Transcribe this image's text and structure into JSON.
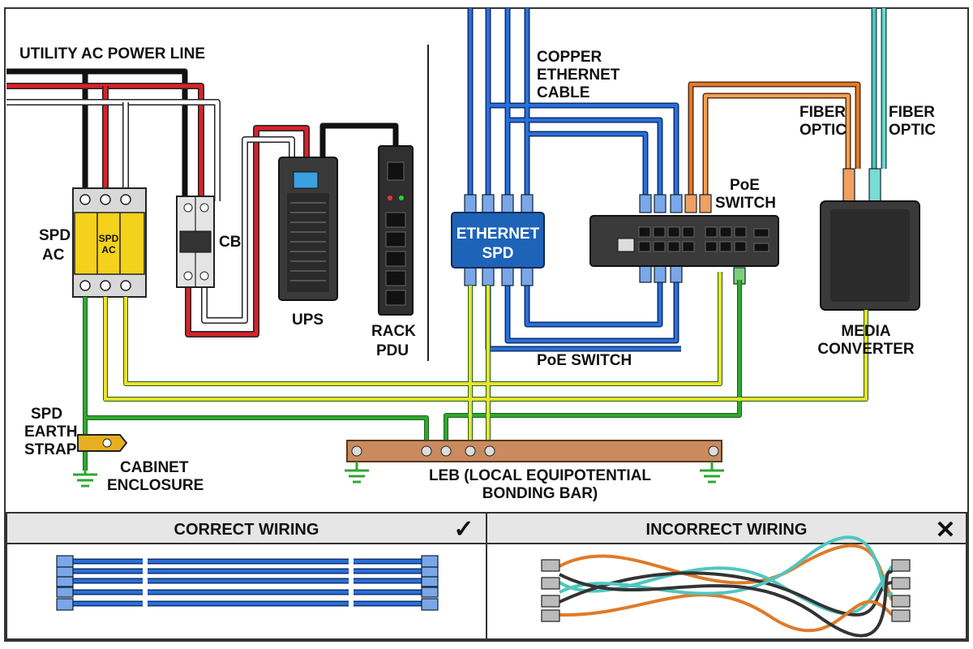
{
  "labels": {
    "utility_ac": "UTILITY AC POWER LINE",
    "spd_ac": [
      "SPD",
      "AC"
    ],
    "spd_ac_inner": [
      "SPD",
      "AC"
    ],
    "cb": "CB",
    "ups": "UPS",
    "rack_pdu": [
      "RACK",
      "PDU"
    ],
    "copper_ethernet": [
      "COPPER",
      "ETHERNET",
      "CABLE"
    ],
    "ethernet_spd": [
      "ETHERNET",
      "SPD"
    ],
    "poe_switch_top": [
      "PoE",
      "SWITCH"
    ],
    "poe_switch_bottom": "PoE SWITCH",
    "fiber_optic_1": [
      "FIBER",
      "OPTIC"
    ],
    "fiber_optic_2": [
      "FIBER",
      "OPTIC"
    ],
    "media_converter": [
      "MEDIA",
      "CONVERTER"
    ],
    "spd_earth_strap": [
      "SPD",
      "EARTH",
      "STRAP"
    ],
    "cabinet_enclosure": [
      "CABINET",
      "ENCLOSURE"
    ],
    "leb": [
      "LEB (LOCAL EQUIPOTENTIAL",
      "BONDING BAR)"
    ]
  },
  "panels": {
    "correct": {
      "title": "CORRECT WIRING",
      "mark": "✓"
    },
    "incorrect": {
      "title": "INCORRECT WIRING",
      "mark": "✕"
    }
  },
  "colors": {
    "line_black": "#111111",
    "line_red": "#d8232a",
    "line_white": "#ffffff",
    "earth_green": "#2fa82f",
    "earth_yellow": "#e8e22a",
    "ethernet_blue": "#1f5fc8",
    "fiber_orange": "#e07a2a",
    "fiber_aqua": "#4fc6c0",
    "spd_yellow": "#f4d21c",
    "ethernet_spd_blue": "#1d63b8",
    "copper": "#c98a5e"
  },
  "icons": [
    "checkmark-icon",
    "cross-icon",
    "ground-symbol-icon"
  ]
}
